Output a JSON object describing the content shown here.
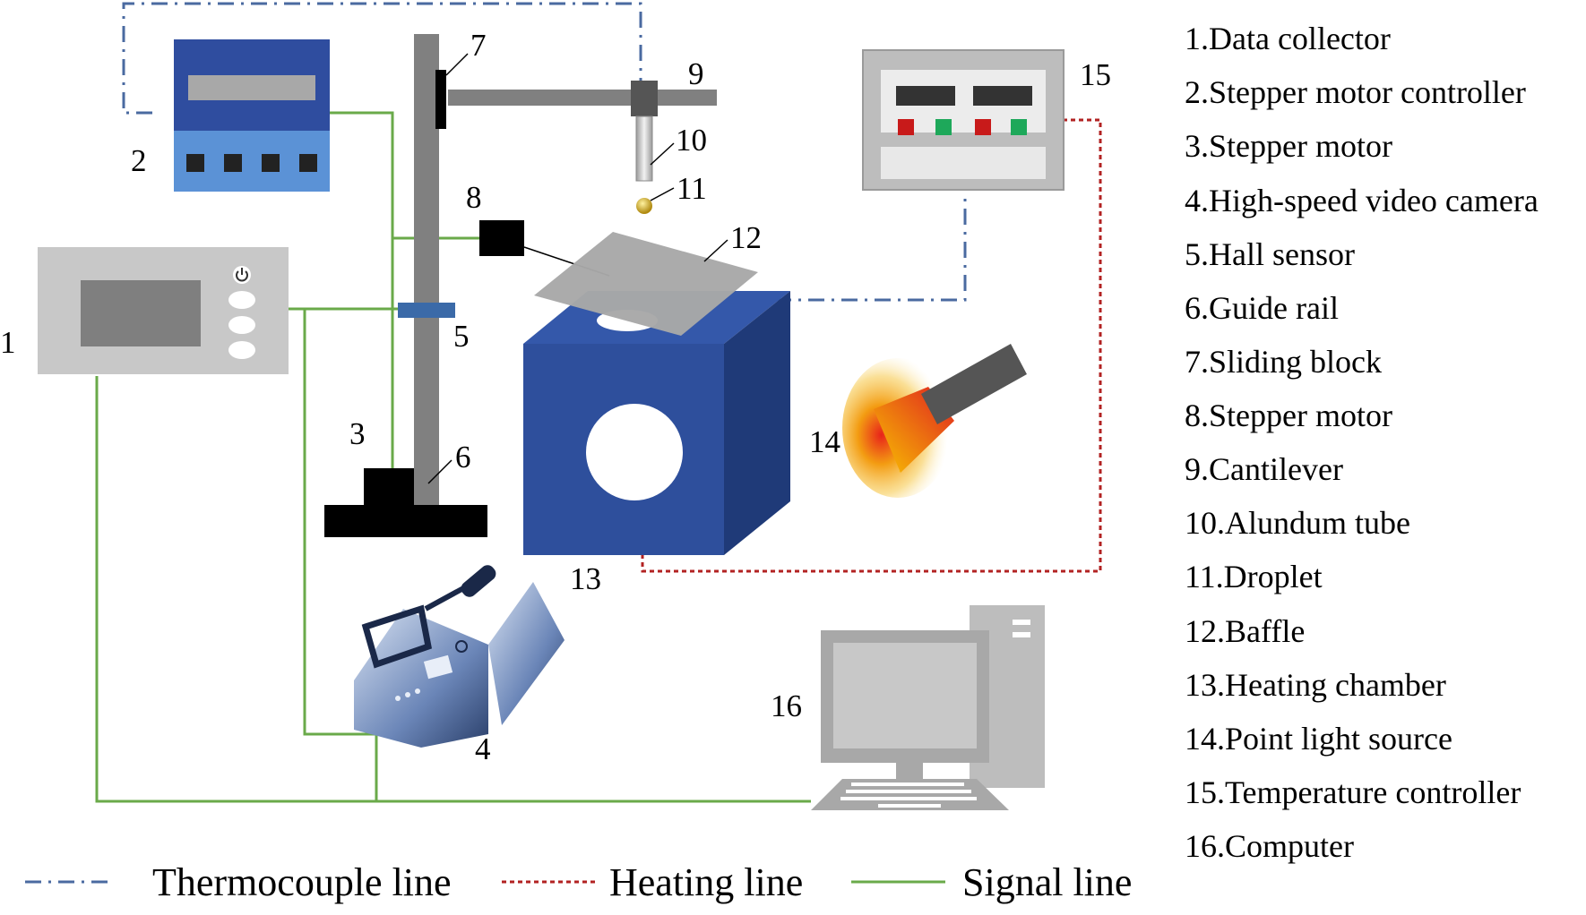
{
  "components": [
    {
      "id": "1",
      "label": "1.Data collector"
    },
    {
      "id": "2",
      "label": "2.Stepper motor controller"
    },
    {
      "id": "3",
      "label": "3.Stepper motor"
    },
    {
      "id": "4",
      "label": "4.High-speed video camera"
    },
    {
      "id": "5",
      "label": "5.Hall sensor"
    },
    {
      "id": "6",
      "label": "6.Guide rail"
    },
    {
      "id": "7",
      "label": "7.Sliding block"
    },
    {
      "id": "8",
      "label": "8.Stepper motor"
    },
    {
      "id": "9",
      "label": "9.Cantilever"
    },
    {
      "id": "10",
      "label": "10.Alundum tube"
    },
    {
      "id": "11",
      "label": "11.Droplet"
    },
    {
      "id": "12",
      "label": "12.Baffle"
    },
    {
      "id": "13",
      "label": "13.Heating chamber"
    },
    {
      "id": "14",
      "label": "14.Point light source"
    },
    {
      "id": "15",
      "label": "15.Temperature controller"
    },
    {
      "id": "16",
      "label": "16.Computer"
    }
  ],
  "callouts": {
    "n1": "1",
    "n2": "2",
    "n3": "3",
    "n4": "4",
    "n5": "5",
    "n6": "6",
    "n7": "7",
    "n8": "8",
    "n9": "9",
    "n10": "10",
    "n11": "11",
    "n12": "12",
    "n13": "13",
    "n14": "14",
    "n15": "15",
    "n16": "16"
  },
  "line_legend": [
    {
      "name": "Thermocouple line",
      "style": "dash-dot",
      "color": "#4a6aa0"
    },
    {
      "name": "Heating line",
      "style": "dotted",
      "color": "#b22222"
    },
    {
      "name": "Signal line",
      "style": "solid",
      "color": "#6aaa4a"
    }
  ],
  "colors": {
    "signal": "#6aaa4a",
    "thermocouple": "#4a6aa0",
    "heating": "#b22222",
    "chamber_front": "#2e4f9c",
    "chamber_side": "#1f3a78",
    "chamber_top": "#3458aa",
    "panel_gray": "#c8c8c8",
    "rail_gray": "#808080"
  },
  "icons": {
    "power": "power-icon"
  }
}
